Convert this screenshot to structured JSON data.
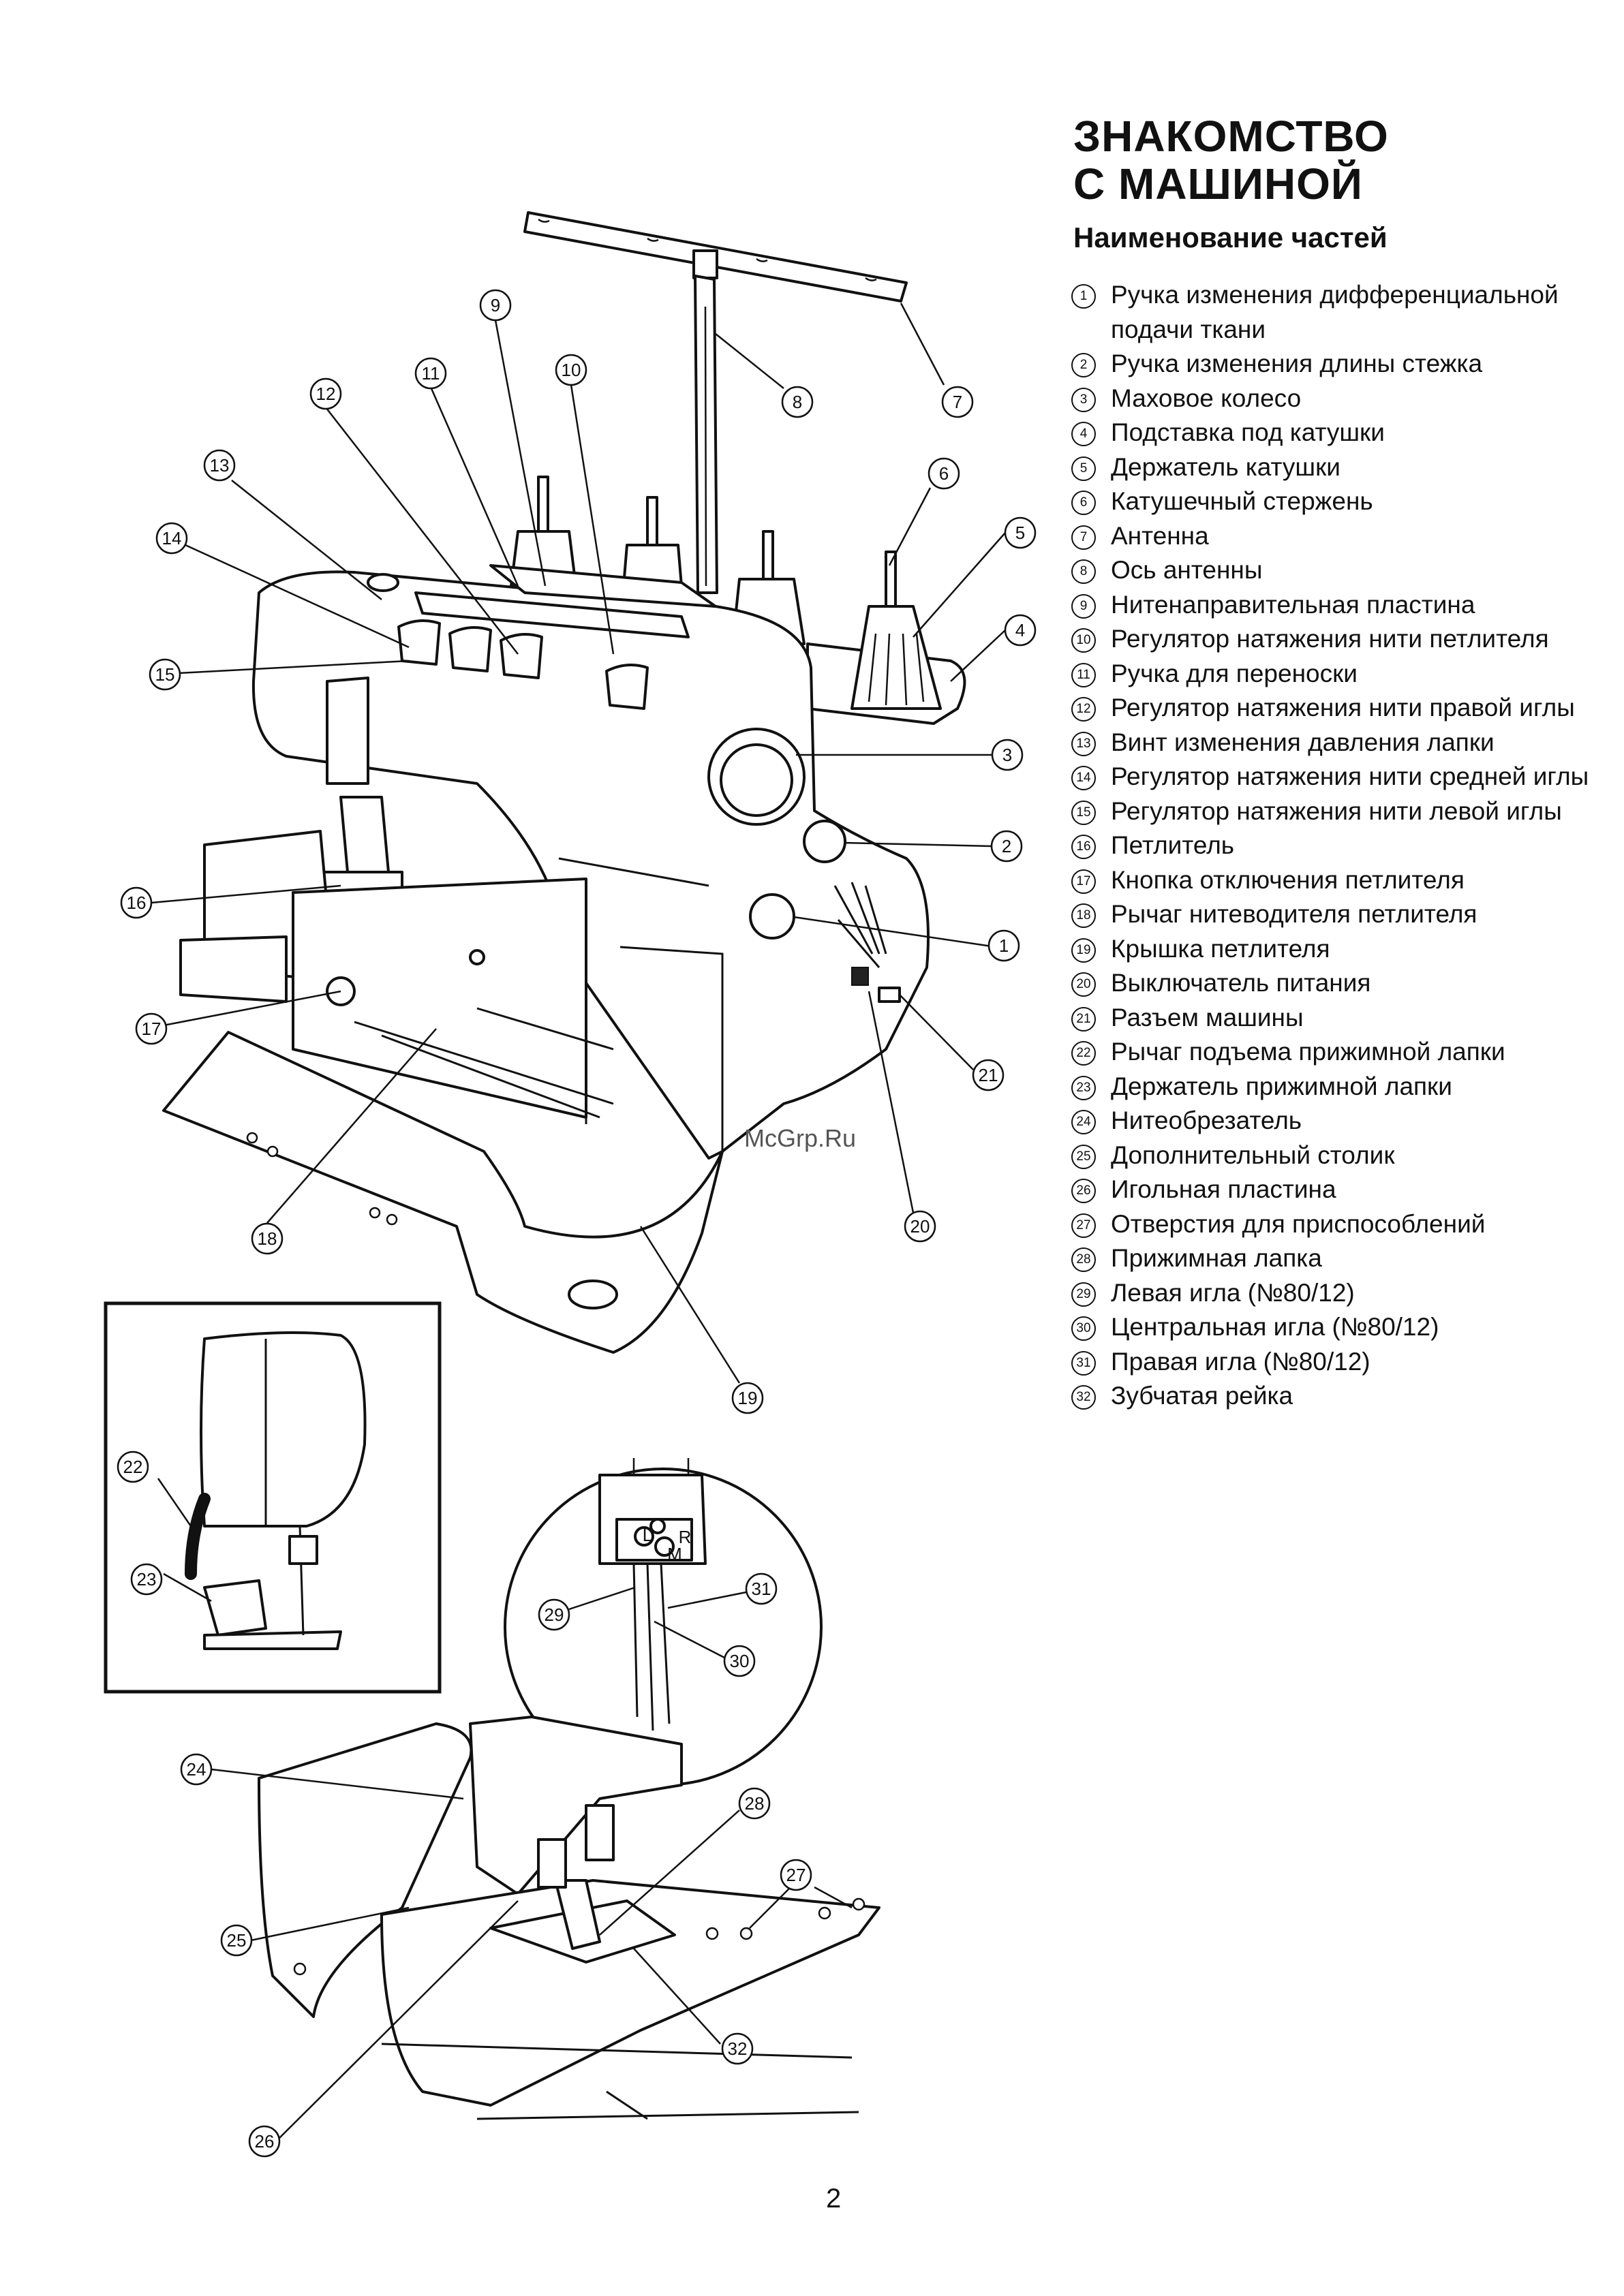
{
  "title": {
    "line1": "ЗНАКОМСТВО",
    "line2": "С МАШИНОЙ"
  },
  "subtitle": "Наименование частей",
  "parts": [
    {
      "n": "1",
      "label": "Ручка изменения дифференциальной подачи ткани"
    },
    {
      "n": "2",
      "label": "Ручка изменения длины стежка"
    },
    {
      "n": "3",
      "label": "Маховое колесо"
    },
    {
      "n": "4",
      "label": "Подставка под катушки"
    },
    {
      "n": "5",
      "label": "Держатель катушки"
    },
    {
      "n": "6",
      "label": "Катушечный стержень"
    },
    {
      "n": "7",
      "label": "Антенна"
    },
    {
      "n": "8",
      "label": "Ось антенны"
    },
    {
      "n": "9",
      "label": "Нитенаправительная пластина"
    },
    {
      "n": "10",
      "label": "Регулятор натяжения нити петлителя"
    },
    {
      "n": "11",
      "label": "Ручка для переноски"
    },
    {
      "n": "12",
      "label": "Регулятор натяжения нити правой иглы"
    },
    {
      "n": "13",
      "label": "Винт изменения давления лапки"
    },
    {
      "n": "14",
      "label": "Регулятор натяжения нити средней иглы"
    },
    {
      "n": "15",
      "label": "Регулятор натяжения нити левой иглы"
    },
    {
      "n": "16",
      "label": "Петлитель"
    },
    {
      "n": "17",
      "label": "Кнопка отключения петлителя"
    },
    {
      "n": "18",
      "label": "Рычаг нитеводителя петлителя"
    },
    {
      "n": "19",
      "label": "Крышка петлителя"
    },
    {
      "n": "20",
      "label": "Выключатель питания"
    },
    {
      "n": "21",
      "label": "Разъем машины"
    },
    {
      "n": "22",
      "label": "Рычаг подъема прижимной лапки"
    },
    {
      "n": "23",
      "label": "Держатель прижимной лапки"
    },
    {
      "n": "24",
      "label": "Нитеобрезатель"
    },
    {
      "n": "25",
      "label": "Дополнительный столик"
    },
    {
      "n": "26",
      "label": "Игольная пластина"
    },
    {
      "n": "27",
      "label": "Отверстия для приспособлений"
    },
    {
      "n": "28",
      "label": "Прижимная лапка"
    },
    {
      "n": "29",
      "label": "Левая игла (№80/12)"
    },
    {
      "n": "30",
      "label": "Центральная игла (№80/12)"
    },
    {
      "n": "31",
      "label": "Правая игла (№80/12)"
    },
    {
      "n": "32",
      "label": "Зубчатая рейка"
    }
  ],
  "callouts": [
    "1",
    "2",
    "3",
    "4",
    "5",
    "6",
    "7",
    "8",
    "9",
    "10",
    "11",
    "12",
    "13",
    "14",
    "15",
    "16",
    "17",
    "18",
    "19",
    "20",
    "21",
    "22",
    "23",
    "24",
    "25",
    "26",
    "27",
    "28",
    "29",
    "30",
    "31",
    "32"
  ],
  "needle_bar_marks": {
    "left": "L",
    "right": "R",
    "middle": "M"
  },
  "watermark": "McGrp.Ru",
  "page_number": "2"
}
